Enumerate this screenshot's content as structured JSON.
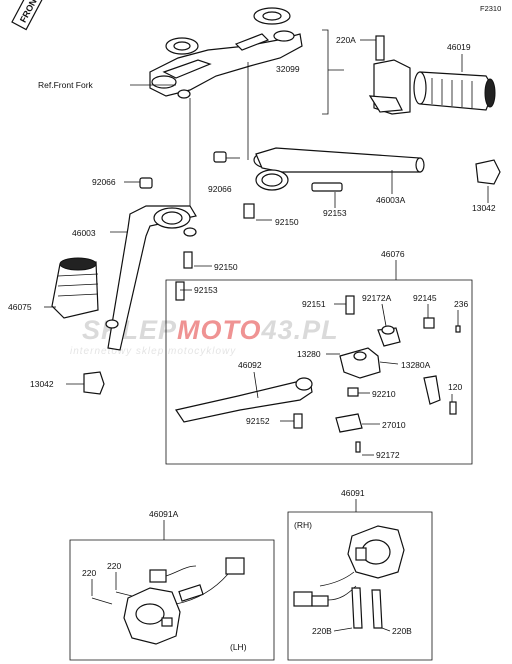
{
  "diagram_code": "F2310",
  "front_badge": "FRONT",
  "ref_front_fork": "Ref.Front Fork",
  "watermark": {
    "prefix": "SKLEP",
    "highlight": "MOTO",
    "digits": "43",
    "suffix": ".PL",
    "subtitle": "internetowy sklep motocyklowy"
  },
  "group_labels": {
    "lever_group": "46076",
    "rh_switch": "46091",
    "lh_switch": "46091A",
    "rh_tag": "(RH)",
    "lh_tag": "(LH)"
  },
  "part_labels": {
    "p220A": "220A",
    "p46019": "46019",
    "p32099": "32099",
    "p92066_left": "92066",
    "p92066_right": "92066",
    "p46003A": "46003A",
    "p13042_right": "13042",
    "p92153_right": "92153",
    "p92150_right": "92150",
    "p46003": "46003",
    "p92150_left": "92150",
    "p92153_left": "92153",
    "p46075": "46075",
    "p13042_left": "13042",
    "p92151": "92151",
    "p92172A": "92172A",
    "p92145": "92145",
    "p236": "236",
    "p13280": "13280",
    "p13280A": "13280A",
    "p46092": "46092",
    "p120": "120",
    "p92210": "92210",
    "p92152": "92152",
    "p27010": "27010",
    "p92172": "92172",
    "p220_a": "220",
    "p220_b": "220",
    "p220B_a": "220B",
    "p220B_b": "220B"
  },
  "colors": {
    "line": "#111111",
    "watermark_gray": "#c8c8c8",
    "watermark_red": "#e23b3b"
  }
}
